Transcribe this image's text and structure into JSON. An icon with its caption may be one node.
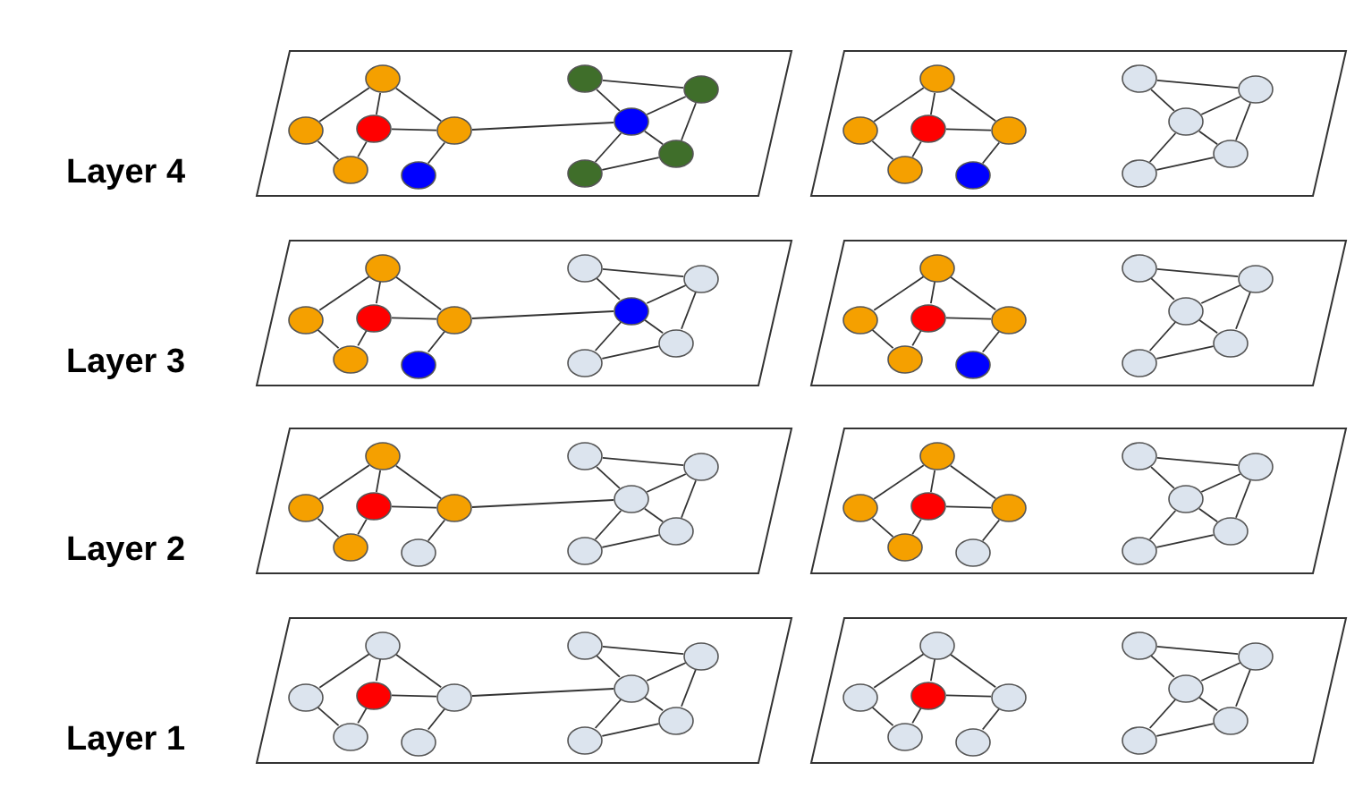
{
  "diagram": {
    "nodes": [
      {
        "text": [],
        "shape": "box"
      },
      {
        "text": [],
        "shape": "circle",
        "in": 0
      },
      {
        "text": [],
        "shape": "circle",
        "in": 0
      },
      {
        "text": [],
        "shape": "circle",
        "in": 0
      },
      {
        "text": [],
        "shape": "circle",
        "in": 0
      },
      {
        "text": [],
        "shape": "circle",
        "in": 0
      },
      {
        "text": [],
        "shape": "circle",
        "in": 0
      },
      {
        "text": [],
        "shape": "circle",
        "in": 0
      },
      {
        "text": [],
        "shape": "circle",
        "in": 0
      },
      {
        "text": [],
        "shape": "circle",
        "in": 0
      },
      {
        "text": [],
        "shape": "circle",
        "in": 0
      },
      {
        "text": [],
        "shape": "circle",
        "in": 0
      },
      {
        "text": [],
        "shape": "box"
      },
      {
        "text": [],
        "shape": "circle",
        "in": 12
      },
      {
        "text": [],
        "shape": "circle",
        "in": 12
      },
      {
        "text": [],
        "shape": "circle",
        "in": 12
      },
      {
        "text": [],
        "shape": "circle",
        "in": 12
      },
      {
        "text": [],
        "shape": "circle",
        "in": 12
      },
      {
        "text": [],
        "shape": "circle",
        "in": 12
      },
      {
        "text": [],
        "shape": "circle",
        "in": 12
      },
      {
        "text": [],
        "shape": "circle",
        "in": 12
      },
      {
        "text": [],
        "shape": "circle",
        "in": 12
      },
      {
        "text": [],
        "shape": "circle",
        "in": 12
      },
      {
        "text": [],
        "shape": "circle",
        "in": 12
      },
      {
        "text": [],
        "shape": "box"
      },
      {
        "text": [],
        "shape": "circle",
        "in": 24
      },
      {
        "text": [],
        "shape": "circle",
        "in": 24
      },
      {
        "text": [],
        "shape": "circle",
        "in": 24
      },
      {
        "text": [],
        "shape": "circle",
        "in": 24
      },
      {
        "text": [],
        "shape": "circle",
        "in": 24
      },
      {
        "text": [],
        "shape": "circle",
        "in": 24
      },
      {
        "text": [],
        "shape": "circle",
        "in": 24
      },
      {
        "text": [],
        "shape": "circle",
        "in": 24
      },
      {
        "text": [],
        "shape": "circle",
        "in": 24
      },
      {
        "text": [],
        "shape": "circle",
        "in": 24
      },
      {
        "text": [],
        "shape": "circle",
        "in": 24
      },
      {
        "text": [],
        "shape": "box"
      },
      {
        "text": [],
        "shape": "circle",
        "in": 36
      },
      {
        "text": [],
        "shape": "circle",
        "in": 36
      },
      {
        "text": [],
        "shape": "circle",
        "in": 36
      },
      {
        "text": [],
        "shape": "circle",
        "in": 36
      },
      {
        "text": [],
        "shape": "circle",
        "in": 36
      },
      {
        "text": [],
        "shape": "circle",
        "in": 36
      },
      {
        "text": [],
        "shape": "circle",
        "in": 36
      },
      {
        "text": [],
        "shape": "circle",
        "in": 36
      },
      {
        "text": [],
        "shape": "circle",
        "in": 36
      },
      {
        "text": [],
        "shape": "circle",
        "in": 36
      },
      {
        "text": [],
        "shape": "circle",
        "in": 36
      },
      {
        "text": [],
        "shape": "box"
      },
      {
        "text": [],
        "shape": "circle",
        "in": 48
      },
      {
        "text": [],
        "shape": "circle",
        "in": 48
      },
      {
        "text": [],
        "shape": "circle",
        "in": 48
      },
      {
        "text": [],
        "shape": "circle",
        "in": 48
      },
      {
        "text": [],
        "shape": "circle",
        "in": 48
      },
      {
        "text": [],
        "shape": "circle",
        "in": 48
      },
      {
        "text": [],
        "shape": "circle",
        "in": 48
      },
      {
        "text": [],
        "shape": "circle",
        "in": 48
      },
      {
        "text": [],
        "shape": "circle",
        "in": 48
      },
      {
        "text": [],
        "shape": "circle",
        "in": 48
      },
      {
        "text": [],
        "shape": "circle",
        "in": 48
      },
      {
        "text": [],
        "shape": "box"
      },
      {
        "text": [],
        "shape": "circle",
        "in": 60
      },
      {
        "text": [],
        "shape": "circle",
        "in": 60
      },
      {
        "text": [],
        "shape": "circle",
        "in": 60
      },
      {
        "text": [],
        "shape": "circle",
        "in": 60
      },
      {
        "text": [],
        "shape": "circle",
        "in": 60
      },
      {
        "text": [],
        "shape": "circle",
        "in": 60
      },
      {
        "text": [],
        "shape": "circle",
        "in": 60
      },
      {
        "text": [],
        "shape": "circle",
        "in": 60
      },
      {
        "text": [],
        "shape": "circle",
        "in": 60
      },
      {
        "text": [],
        "shape": "circle",
        "in": 60
      },
      {
        "text": [],
        "shape": "circle",
        "in": 60
      },
      {
        "text": [],
        "shape": "box"
      },
      {
        "text": [],
        "shape": "circle",
        "in": 72
      },
      {
        "text": [],
        "shape": "circle",
        "in": 72
      },
      {
        "text": [],
        "shape": "circle",
        "in": 72
      },
      {
        "text": [],
        "shape": "circle",
        "in": 72
      },
      {
        "text": [],
        "shape": "circle",
        "in": 72
      },
      {
        "text": [],
        "shape": "circle",
        "in": 72
      },
      {
        "text": [],
        "shape": "circle",
        "in": 72
      },
      {
        "text": [],
        "shape": "circle",
        "in": 72
      },
      {
        "text": [],
        "shape": "circle",
        "in": 72
      },
      {
        "text": [],
        "shape": "circle",
        "in": 72
      },
      {
        "text": [],
        "shape": "circle",
        "in": 72
      },
      {
        "text": [],
        "shape": "box"
      },
      {
        "text": [],
        "shape": "circle",
        "in": 84
      },
      {
        "text": [],
        "shape": "circle",
        "in": 84
      },
      {
        "text": [],
        "shape": "circle",
        "in": 84
      },
      {
        "text": [],
        "shape": "circle",
        "in": 84
      },
      {
        "text": [],
        "shape": "circle",
        "in": 84
      },
      {
        "text": [],
        "shape": "circle",
        "in": 84
      },
      {
        "text": [],
        "shape": "circle",
        "in": 84
      },
      {
        "text": [],
        "shape": "circle",
        "in": 84
      },
      {
        "text": [],
        "shape": "circle",
        "in": 84
      },
      {
        "text": [],
        "shape": "circle",
        "in": 84
      },
      {
        "text": [],
        "shape": "circle",
        "in": 84
      }
    ],
    "edges": [
      {
        "from": 1,
        "to": 2,
        "arrow": "none"
      },
      {
        "from": 1,
        "to": 3,
        "arrow": "none"
      },
      {
        "from": 1,
        "to": 4,
        "arrow": "none"
      },
      {
        "from": 2,
        "to": 5,
        "arrow": "none"
      },
      {
        "from": 3,
        "to": 5,
        "arrow": "none"
      },
      {
        "from": 3,
        "to": 4,
        "arrow": "none"
      },
      {
        "from": 4,
        "to": 6,
        "arrow": "none"
      },
      {
        "from": 4,
        "to": 9,
        "arrow": "none"
      },
      {
        "from": 7,
        "to": 8,
        "arrow": "none"
      },
      {
        "from": 7,
        "to": 9,
        "arrow": "none"
      },
      {
        "from": 9,
        "to": 8,
        "arrow": "none"
      },
      {
        "from": 8,
        "to": 10,
        "arrow": "none"
      },
      {
        "from": 9,
        "to": 10,
        "arrow": "none"
      },
      {
        "from": 9,
        "to": 11,
        "arrow": "none"
      },
      {
        "from": 11,
        "to": 10,
        "arrow": "none"
      },
      {
        "from": 13,
        "to": 14,
        "arrow": "none"
      },
      {
        "from": 13,
        "to": 15,
        "arrow": "none"
      },
      {
        "from": 13,
        "to": 16,
        "arrow": "none"
      },
      {
        "from": 14,
        "to": 17,
        "arrow": "none"
      },
      {
        "from": 15,
        "to": 17,
        "arrow": "none"
      },
      {
        "from": 15,
        "to": 16,
        "arrow": "none"
      },
      {
        "from": 16,
        "to": 18,
        "arrow": "none"
      },
      {
        "from": 19,
        "to": 20,
        "arrow": "none"
      },
      {
        "from": 19,
        "to": 21,
        "arrow": "none"
      },
      {
        "from": 21,
        "to": 20,
        "arrow": "none"
      },
      {
        "from": 20,
        "to": 22,
        "arrow": "none"
      },
      {
        "from": 21,
        "to": 22,
        "arrow": "none"
      },
      {
        "from": 21,
        "to": 23,
        "arrow": "none"
      },
      {
        "from": 23,
        "to": 22,
        "arrow": "none"
      },
      {
        "from": 25,
        "to": 26,
        "arrow": "none"
      },
      {
        "from": 25,
        "to": 27,
        "arrow": "none"
      },
      {
        "from": 25,
        "to": 28,
        "arrow": "none"
      },
      {
        "from": 26,
        "to": 29,
        "arrow": "none"
      },
      {
        "from": 27,
        "to": 29,
        "arrow": "none"
      },
      {
        "from": 27,
        "to": 28,
        "arrow": "none"
      },
      {
        "from": 28,
        "to": 30,
        "arrow": "none"
      },
      {
        "from": 28,
        "to": 33,
        "arrow": "none"
      },
      {
        "from": 31,
        "to": 32,
        "arrow": "none"
      },
      {
        "from": 31,
        "to": 33,
        "arrow": "none"
      },
      {
        "from": 33,
        "to": 32,
        "arrow": "none"
      },
      {
        "from": 32,
        "to": 34,
        "arrow": "none"
      },
      {
        "from": 33,
        "to": 34,
        "arrow": "none"
      },
      {
        "from": 33,
        "to": 35,
        "arrow": "none"
      },
      {
        "from": 35,
        "to": 34,
        "arrow": "none"
      },
      {
        "from": 37,
        "to": 38,
        "arrow": "none"
      },
      {
        "from": 37,
        "to": 39,
        "arrow": "none"
      },
      {
        "from": 37,
        "to": 40,
        "arrow": "none"
      },
      {
        "from": 38,
        "to": 41,
        "arrow": "none"
      },
      {
        "from": 39,
        "to": 41,
        "arrow": "none"
      },
      {
        "from": 39,
        "to": 40,
        "arrow": "none"
      },
      {
        "from": 40,
        "to": 42,
        "arrow": "none"
      },
      {
        "from": 43,
        "to": 44,
        "arrow": "none"
      },
      {
        "from": 43,
        "to": 45,
        "arrow": "none"
      },
      {
        "from": 45,
        "to": 44,
        "arrow": "none"
      },
      {
        "from": 44,
        "to": 46,
        "arrow": "none"
      },
      {
        "from": 45,
        "to": 46,
        "arrow": "none"
      },
      {
        "from": 45,
        "to": 47,
        "arrow": "none"
      },
      {
        "from": 47,
        "to": 46,
        "arrow": "none"
      },
      {
        "from": 49,
        "to": 50,
        "arrow": "none"
      },
      {
        "from": 49,
        "to": 51,
        "arrow": "none"
      },
      {
        "from": 49,
        "to": 52,
        "arrow": "none"
      },
      {
        "from": 50,
        "to": 53,
        "arrow": "none"
      },
      {
        "from": 51,
        "to": 53,
        "arrow": "none"
      },
      {
        "from": 51,
        "to": 52,
        "arrow": "none"
      },
      {
        "from": 52,
        "to": 54,
        "arrow": "none"
      },
      {
        "from": 52,
        "to": 57,
        "arrow": "none"
      },
      {
        "from": 55,
        "to": 56,
        "arrow": "none"
      },
      {
        "from": 55,
        "to": 57,
        "arrow": "none"
      },
      {
        "from": 57,
        "to": 56,
        "arrow": "none"
      },
      {
        "from": 56,
        "to": 58,
        "arrow": "none"
      },
      {
        "from": 57,
        "to": 58,
        "arrow": "none"
      },
      {
        "from": 57,
        "to": 59,
        "arrow": "none"
      },
      {
        "from": 59,
        "to": 58,
        "arrow": "none"
      },
      {
        "from": 61,
        "to": 62,
        "arrow": "none"
      },
      {
        "from": 61,
        "to": 63,
        "arrow": "none"
      },
      {
        "from": 61,
        "to": 64,
        "arrow": "none"
      },
      {
        "from": 62,
        "to": 65,
        "arrow": "none"
      },
      {
        "from": 63,
        "to": 65,
        "arrow": "none"
      },
      {
        "from": 63,
        "to": 64,
        "arrow": "none"
      },
      {
        "from": 64,
        "to": 66,
        "arrow": "none"
      },
      {
        "from": 67,
        "to": 68,
        "arrow": "none"
      },
      {
        "from": 67,
        "to": 69,
        "arrow": "none"
      },
      {
        "from": 69,
        "to": 68,
        "arrow": "none"
      },
      {
        "from": 68,
        "to": 70,
        "arrow": "none"
      },
      {
        "from": 69,
        "to": 70,
        "arrow": "none"
      },
      {
        "from": 69,
        "to": 71,
        "arrow": "none"
      },
      {
        "from": 71,
        "to": 70,
        "arrow": "none"
      },
      {
        "from": 73,
        "to": 74,
        "arrow": "none"
      },
      {
        "from": 73,
        "to": 75,
        "arrow": "none"
      },
      {
        "from": 73,
        "to": 76,
        "arrow": "none"
      },
      {
        "from": 74,
        "to": 77,
        "arrow": "none"
      },
      {
        "from": 75,
        "to": 77,
        "arrow": "none"
      },
      {
        "from": 75,
        "to": 76,
        "arrow": "none"
      },
      {
        "from": 76,
        "to": 78,
        "arrow": "none"
      },
      {
        "from": 76,
        "to": 81,
        "arrow": "none"
      },
      {
        "from": 79,
        "to": 80,
        "arrow": "none"
      },
      {
        "from": 79,
        "to": 81,
        "arrow": "none"
      },
      {
        "from": 81,
        "to": 80,
        "arrow": "none"
      },
      {
        "from": 80,
        "to": 82,
        "arrow": "none"
      },
      {
        "from": 81,
        "to": 82,
        "arrow": "none"
      },
      {
        "from": 81,
        "to": 83,
        "arrow": "none"
      },
      {
        "from": 83,
        "to": 82,
        "arrow": "none"
      },
      {
        "from": 85,
        "to": 86,
        "arrow": "none"
      },
      {
        "from": 85,
        "to": 87,
        "arrow": "none"
      },
      {
        "from": 85,
        "to": 88,
        "arrow": "none"
      },
      {
        "from": 86,
        "to": 89,
        "arrow": "none"
      },
      {
        "from": 87,
        "to": 89,
        "arrow": "none"
      },
      {
        "from": 87,
        "to": 88,
        "arrow": "none"
      },
      {
        "from": 88,
        "to": 90,
        "arrow": "none"
      },
      {
        "from": 91,
        "to": 92,
        "arrow": "none"
      },
      {
        "from": 91,
        "to": 93,
        "arrow": "none"
      },
      {
        "from": 93,
        "to": 92,
        "arrow": "none"
      },
      {
        "from": 92,
        "to": 94,
        "arrow": "none"
      },
      {
        "from": 93,
        "to": 94,
        "arrow": "none"
      },
      {
        "from": 93,
        "to": 95,
        "arrow": "none"
      },
      {
        "from": 95,
        "to": 94,
        "arrow": "none"
      }
    ],
    "labels": [
      "Layer 4",
      "Layer 3",
      "Layer 2",
      "Layer 1"
    ]
  }
}
